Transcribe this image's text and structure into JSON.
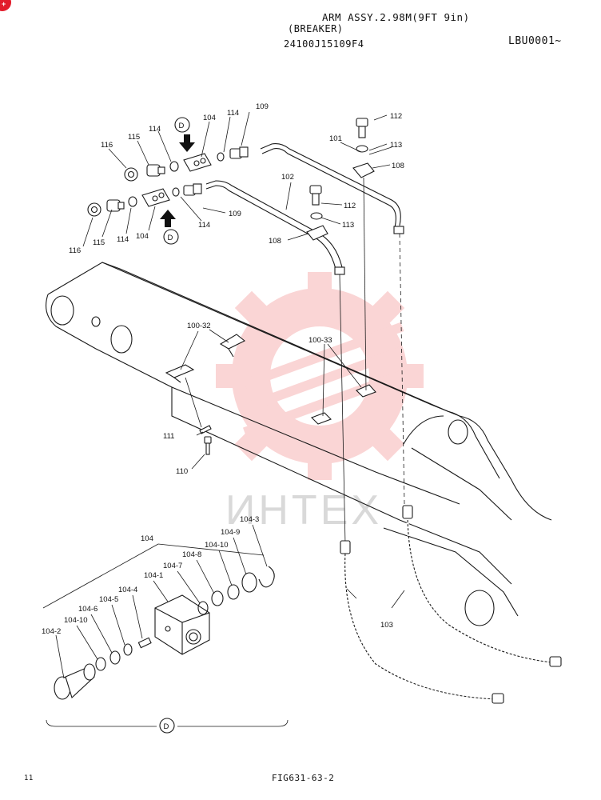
{
  "header": {
    "title": "ARM ASSY.2.98M(9FT 9in)",
    "subtitle": "(BREAKER)",
    "part_number": "24100J15109F4",
    "serial": "LBU0001~"
  },
  "footer": {
    "page": "11",
    "figure": "FIG631-63-2"
  },
  "watermark": {
    "text": "ИНТЕХ",
    "color": "#f26b6b"
  },
  "corner_badge": {
    "glyph": "+",
    "color": "#e21c2b"
  },
  "view_marker": "D",
  "callouts": {
    "c101": "101",
    "c102": "102",
    "c103": "103",
    "c104a": "104",
    "c104b": "104",
    "c104c": "104",
    "c108a": "108",
    "c108b": "108",
    "c109a": "109",
    "c109b": "109",
    "c110": "110",
    "c111": "111",
    "c112a": "112",
    "c112b": "112",
    "c113a": "113",
    "c113b": "113",
    "c114a": "114",
    "c114b": "114",
    "c114c": "114",
    "c114d": "114",
    "c115a": "115",
    "c115b": "115",
    "c116a": "116",
    "c116b": "116",
    "c100_32": "100-32",
    "c100_33": "100-33",
    "c104_1": "104-1",
    "c104_2": "104-2",
    "c104_3": "104-3",
    "c104_4": "104-4",
    "c104_5": "104-5",
    "c104_6": "104-6",
    "c104_7": "104-7",
    "c104_8": "104-8",
    "c104_9": "104-9",
    "c104_10a": "104-10",
    "c104_10b": "104-10"
  }
}
